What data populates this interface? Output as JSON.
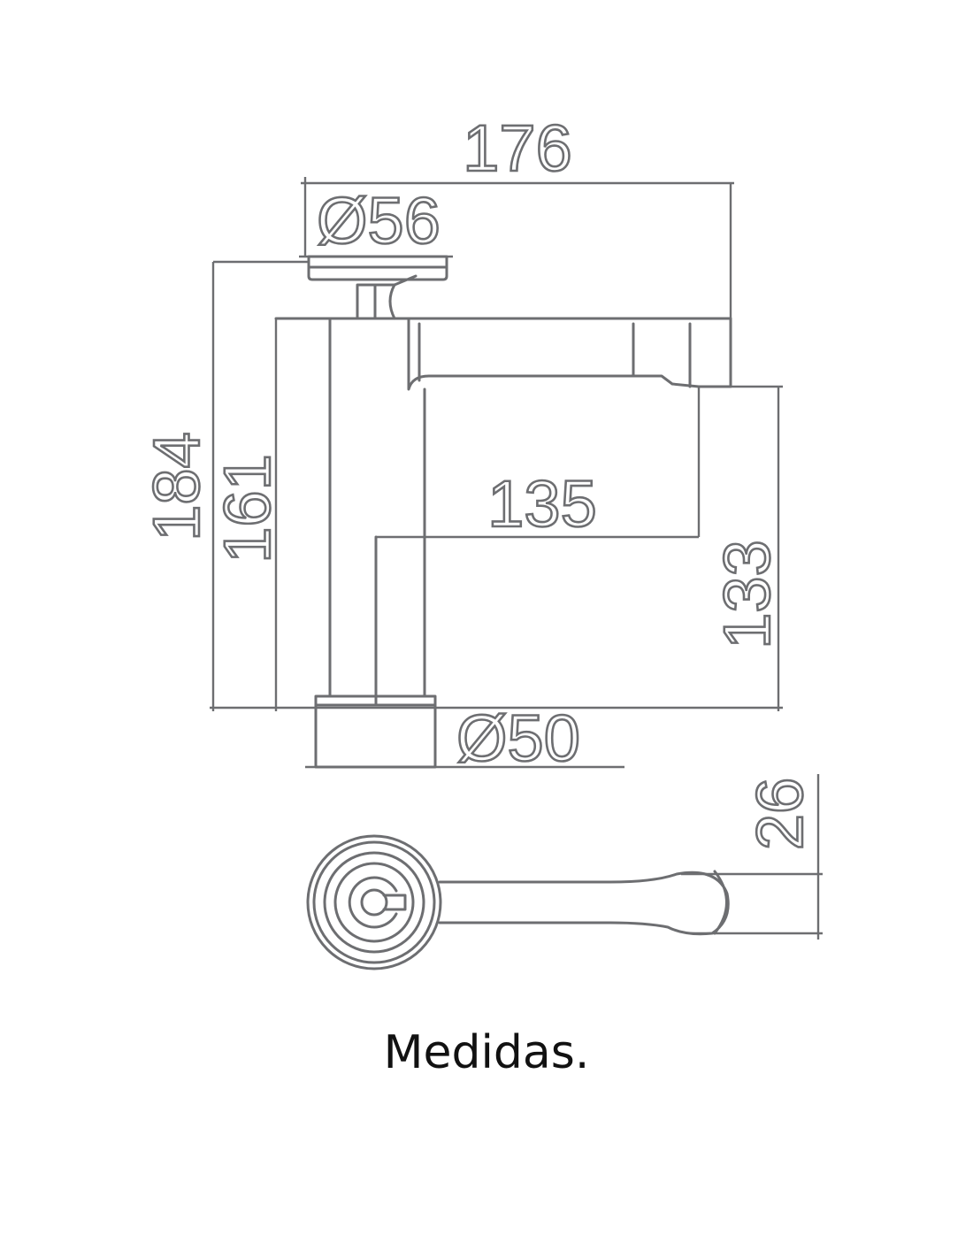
{
  "dimensions": {
    "overall_length": "176",
    "handle_diameter": "Ø56",
    "total_height": "184",
    "body_height": "161",
    "spout_reach": "135",
    "spout_height": "133",
    "base_diameter": "Ø50",
    "spout_width": "26"
  },
  "caption": "Medidas.",
  "colors": {
    "line": "#6d6e71",
    "caption": "#111111"
  }
}
